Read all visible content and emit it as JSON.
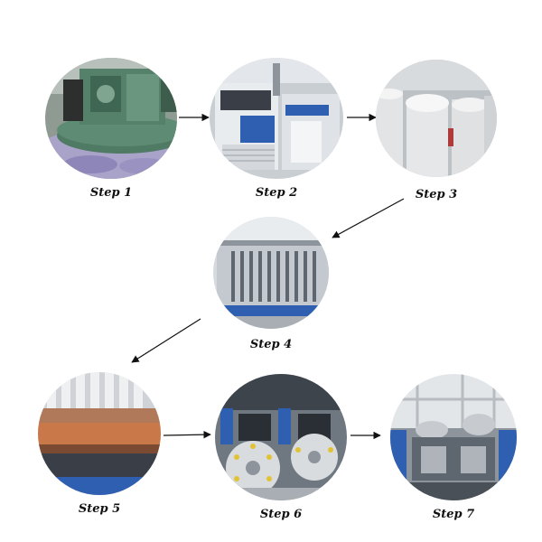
{
  "steps": [
    {
      "label": "Step 1",
      "icon": "carding-machine-photo"
    },
    {
      "label": "Step 2",
      "icon": "drawing-frame-photo"
    },
    {
      "label": "Step 3",
      "icon": "sliver-cans-photo"
    },
    {
      "label": "Step 4",
      "icon": "roving-frame-photo"
    },
    {
      "label": "Step 5",
      "icon": "ring-spinning-photo"
    },
    {
      "label": "Step 6",
      "icon": "winding-machine-photo"
    },
    {
      "label": "Step 7",
      "icon": "yarn-packages-photo"
    }
  ],
  "colors": {
    "arrow": "#111111",
    "machine_green": "#4f7a63",
    "machine_blue": "#2f5fb0",
    "machine_white": "#e9ecef",
    "fiber_purple": "#a9a2c9"
  }
}
